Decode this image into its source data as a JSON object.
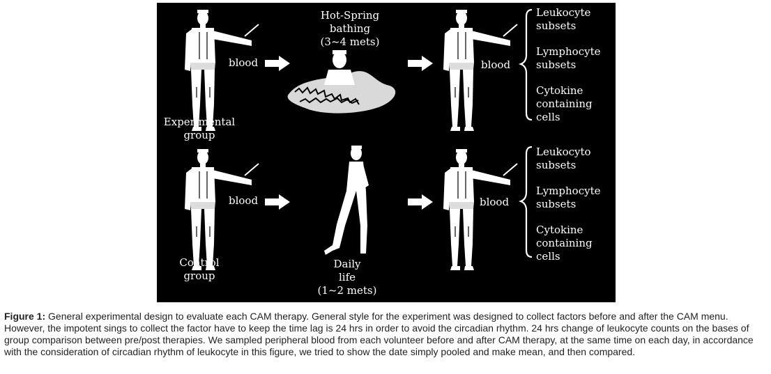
{
  "figure": {
    "top": {
      "group_label": [
        "Experimental",
        "group"
      ],
      "blood_left": "blood",
      "treatment": [
        "Hot-Spring",
        "bathing",
        "(3~4 mets)"
      ],
      "blood_right": "blood",
      "outcomes": [
        [
          "Leukocyte",
          "subsets"
        ],
        [
          "Lymphocyte",
          "subsets"
        ],
        [
          "Cytokine",
          "containing",
          "cells"
        ]
      ]
    },
    "bottom": {
      "group_label": [
        "Control",
        "group"
      ],
      "blood_left": "blood",
      "treatment": [
        "Daily",
        "life",
        "(1~2 mets)"
      ],
      "blood_right": "blood",
      "outcomes": [
        [
          "Leukocyto",
          "subsets"
        ],
        [
          "Lymphocyte",
          "subsets"
        ],
        [
          "Cytokine",
          "containing",
          "cells"
        ]
      ]
    }
  },
  "caption": {
    "label": "Figure 1:",
    "text": " General experimental design to evaluate each CAM therapy. General style for the experiment was designed to collect factors before and after the CAM menu. However, the impotent sings to collect the factor have to keep the time lag is 24 hrs in order to avoid the circadian rhythm. 24 hrs change of leukocyte counts on the bases of group comparison between pre/post therapies. We sampled peripheral blood from each volunteer before and after CAM therapy, at the same time on each day, in accordance with the consideration of circadian rhythm of leukocyte in this figure, we tried to show the date simply pooled and make mean, and then compared."
  }
}
